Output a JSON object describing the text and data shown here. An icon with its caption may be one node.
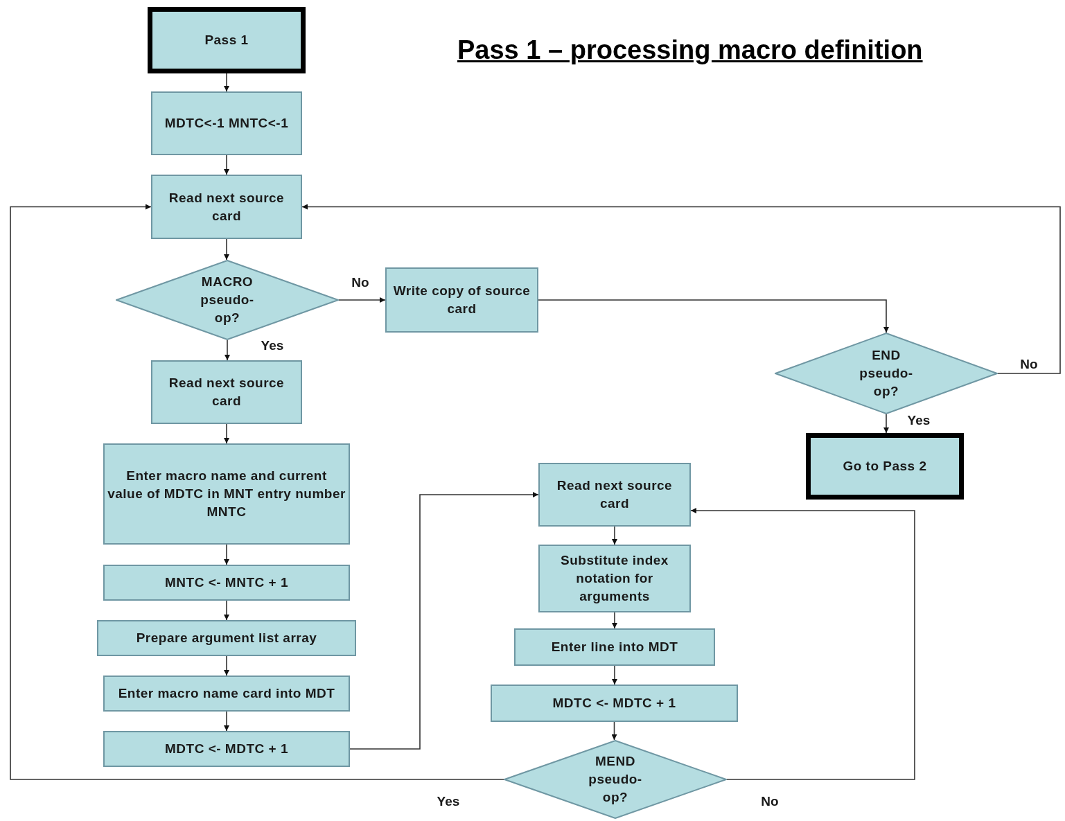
{
  "diagram": {
    "title": "Pass 1 – processing macro definition",
    "nodes": [
      {
        "text": [
          "Pass 1"
        ]
      },
      {
        "text": [
          "MDTC<-1 MNTC<-1"
        ]
      },
      {
        "text": [
          "Read next source card"
        ]
      },
      {
        "text": [
          "MACRO pseudo-op?"
        ]
      },
      {
        "text": [
          "Write copy of source card"
        ]
      },
      {
        "text": [
          "END pseudo-op?"
        ]
      },
      {
        "text": [
          "Go to Pass 2"
        ]
      },
      {
        "text": [
          "Read next source card"
        ]
      },
      {
        "text": [
          "Enter macro name and current value of MDTC in MNT entry number MNTC"
        ]
      },
      {
        "text": [
          "MNTC <- MNTC + 1"
        ]
      },
      {
        "text": [
          "Prepare argument list array"
        ]
      },
      {
        "text": [
          "Enter macro name card into MDT"
        ]
      },
      {
        "text": [
          "MDTC <- MDTC + 1"
        ]
      },
      {
        "text": [
          "Read next source card"
        ]
      },
      {
        "text": [
          "Substitute index notation for arguments"
        ]
      },
      {
        "text": [
          "Enter line into MDT"
        ]
      },
      {
        "text": [
          "MDTC <- MDTC + 1"
        ]
      },
      {
        "text": [
          "MEND pseudo-op?"
        ]
      }
    ],
    "edges": [
      {
        "from": 0,
        "to": 1,
        "arrow": "to"
      },
      {
        "from": 1,
        "to": 2,
        "arrow": "to"
      },
      {
        "from": 2,
        "to": 3,
        "arrow": "to"
      },
      {
        "from": 3,
        "to": 4,
        "arrow": "to",
        "label": "No"
      },
      {
        "from": 4,
        "to": 5,
        "arrow": "to"
      },
      {
        "from": 5,
        "to": 2,
        "arrow": "to",
        "label": "No"
      },
      {
        "from": 5,
        "to": 6,
        "arrow": "to",
        "label": "Yes"
      },
      {
        "from": 3,
        "to": 7,
        "arrow": "to",
        "label": "Yes"
      },
      {
        "from": 7,
        "to": 8,
        "arrow": "to"
      },
      {
        "from": 8,
        "to": 9,
        "arrow": "to"
      },
      {
        "from": 9,
        "to": 10,
        "arrow": "to"
      },
      {
        "from": 10,
        "to": 11,
        "arrow": "to"
      },
      {
        "from": 11,
        "to": 12,
        "arrow": "to"
      },
      {
        "from": 12,
        "to": 13,
        "arrow": "to"
      },
      {
        "from": 13,
        "to": 14,
        "arrow": "to"
      },
      {
        "from": 14,
        "to": 15,
        "arrow": "to"
      },
      {
        "from": 15,
        "to": 16,
        "arrow": "to"
      },
      {
        "from": 16,
        "to": 17,
        "arrow": "to"
      },
      {
        "from": 17,
        "to": 2,
        "arrow": "to",
        "label": "Yes"
      },
      {
        "from": 17,
        "to": 13,
        "arrow": "to",
        "label": "No"
      }
    ]
  }
}
